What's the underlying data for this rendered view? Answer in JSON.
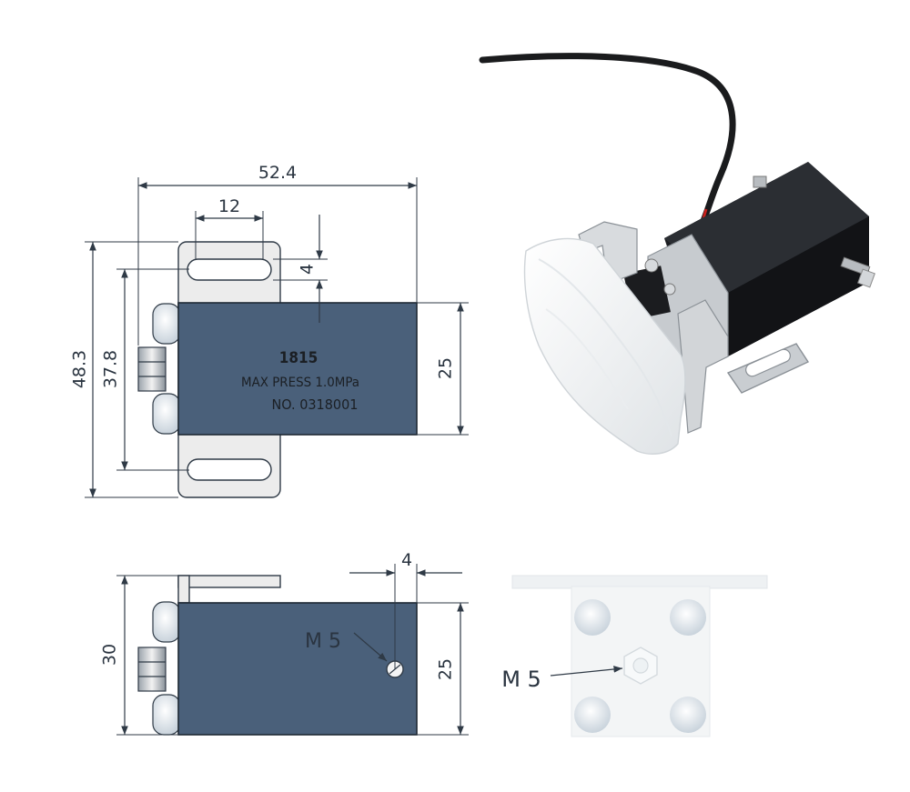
{
  "front_view": {
    "dim_width": "52.4",
    "dim_slot": "12",
    "dim_offset": "4",
    "dim_height_total": "48.3",
    "dim_height_slots": "37.8",
    "dim_body_height": "25",
    "marking_model": "1815",
    "marking_pressure": "MAX PRESS 1.0MPa",
    "marking_serial": "NO. 0318001"
  },
  "side_view": {
    "dim_port_offset": "4",
    "dim_height": "30",
    "dim_body_height": "25",
    "port_label": "M 5"
  },
  "back_view": {
    "port_label": "M 5"
  },
  "colors": {
    "body_fill": "#4a607a",
    "bracket_fill": "#ececec",
    "line": "#2f3a46"
  }
}
